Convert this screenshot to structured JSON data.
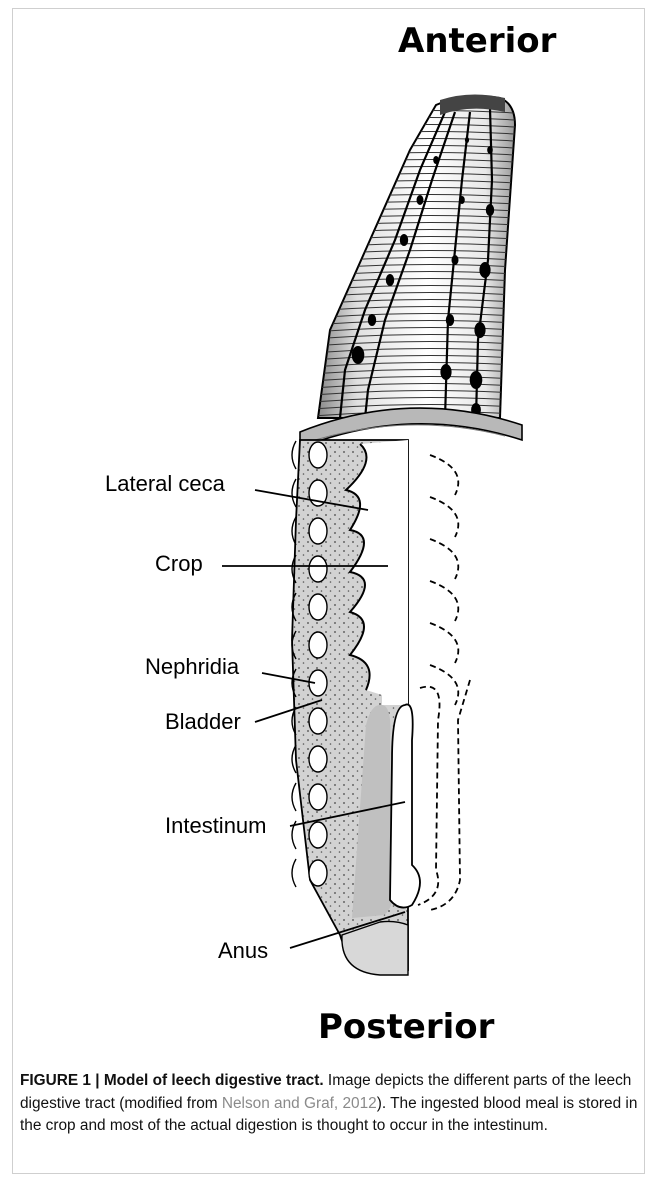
{
  "figure": {
    "heading_top": "Anterior",
    "heading_bottom": "Posterior",
    "labels": {
      "lateral_ceca": "Lateral ceca",
      "crop": "Crop",
      "nephridia": "Nephridia",
      "bladder": "Bladder",
      "intestinum": "Intestinum",
      "anus": "Anus"
    }
  },
  "caption": {
    "title": "FIGURE 1 | Model of leech digestive tract.",
    "text_before_ref": " Image depicts the different parts of the leech digestive tract (modified from ",
    "reference": "Nelson and Graf, 2012",
    "text_after_ref": "). The ingested blood meal is stored in the crop and most of the actual digestion is thought to occur in the intestinum."
  },
  "colors": {
    "line": "#000000",
    "tissue_gray": "#c9c9c9",
    "reference_gray": "#8a8a8a"
  }
}
